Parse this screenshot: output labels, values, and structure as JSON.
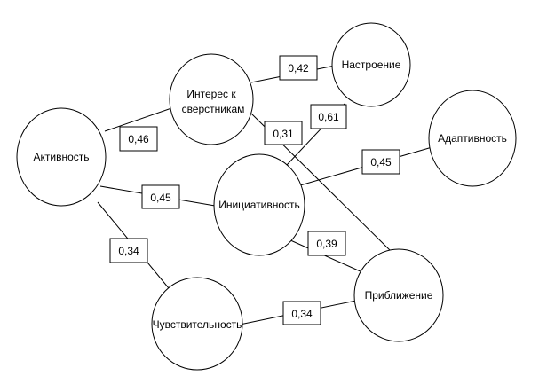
{
  "nodes": {
    "aktivnost": {
      "label": "Активность"
    },
    "interes": {
      "label_line1": "Интерес к",
      "label_line2": "сверстникам"
    },
    "nastroenie": {
      "label": "Настроение"
    },
    "adaptivnost": {
      "label": "Адаптивность"
    },
    "iniciativnost": {
      "label": "Инициативность"
    },
    "chuvstvitelnost": {
      "label": "Чувствительность"
    },
    "priblizhenie": {
      "label": "Приближение"
    }
  },
  "edges": {
    "aktivnost_interes": "0,46",
    "aktivnost_iniciativnost": "0,45",
    "aktivnost_chuvstvitelnost": "0,34",
    "interes_nastroenie": "0,42",
    "interes_priblizhenie": "0,31",
    "iniciativnost_nastroenie": "0,61",
    "iniciativnost_adaptivnost": "0,45",
    "iniciativnost_priblizhenie": "0,39",
    "chuvstvitelnost_priblizhenie": "0,34"
  }
}
